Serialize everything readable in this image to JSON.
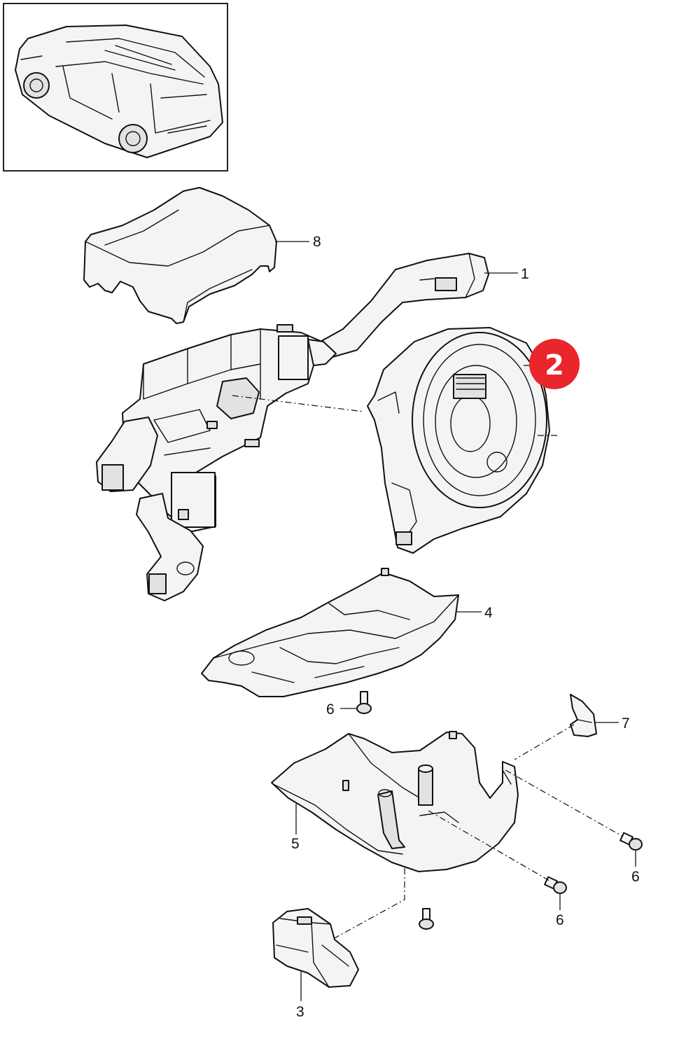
{
  "badge": {
    "text": "2",
    "color": "#e8262b"
  },
  "callouts": {
    "part_1": "1",
    "part_3": "3",
    "part_4": "4",
    "part_5": "5",
    "part_6_upper": "6",
    "part_6_right": "6",
    "part_6_lower": "6",
    "part_7": "7",
    "part_8": "8"
  },
  "icons": {
    "thumbnail": "suv-vehicle-icon"
  }
}
